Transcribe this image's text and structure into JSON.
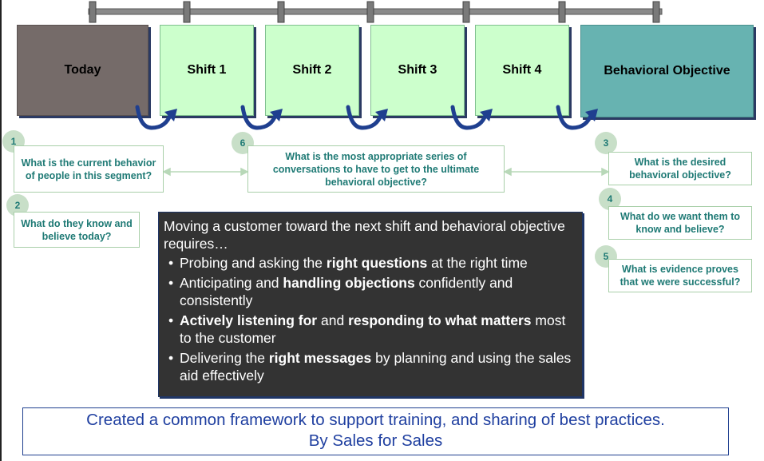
{
  "stages": [
    {
      "label": "Today"
    },
    {
      "label": "Shift 1"
    },
    {
      "label": "Shift 2"
    },
    {
      "label": "Shift 3"
    },
    {
      "label": "Shift 4"
    },
    {
      "label": "Behavioral Objective"
    }
  ],
  "questions": {
    "q1": {
      "number": "1",
      "text": "What is the current behavior of people in this segment?"
    },
    "q2": {
      "number": "2",
      "text": "What do they know and believe today?"
    },
    "q3": {
      "number": "3",
      "text": "What is the desired behavioral objective?"
    },
    "q4": {
      "number": "4",
      "text": "What do we want them to know and believe?"
    },
    "q5": {
      "number": "5",
      "text": "What is evidence proves that we were successful?"
    },
    "q6": {
      "number": "6",
      "text": "What is the most appropriate series of conversations to have to get to the ultimate behavioral objective?"
    }
  },
  "requirements": {
    "intro": "Moving a customer toward the next shift and behavioral objective requires…",
    "items": [
      {
        "pre": "Probing and asking the ",
        "bold": "right questions",
        "post": " at the right time",
        "bold2": "",
        "post2": ""
      },
      {
        "pre": "Anticipating and ",
        "bold": "handling objections",
        "post": " confidently and consistently",
        "bold2": "",
        "post2": ""
      },
      {
        "pre": "",
        "bold": "Actively listening for",
        "post": " and ",
        "bold2": "responding to what matters",
        "post2": " most to the customer"
      },
      {
        "pre": "Delivering the ",
        "bold": "right messages",
        "post": " by planning and using the sales aid effectively",
        "bold2": "",
        "post2": ""
      }
    ]
  },
  "footer": {
    "line1": "Created a common framework to support training, and sharing of best practices.",
    "line2": "By Sales for Sales"
  },
  "colors": {
    "today": "#756b69",
    "shift": "#ccffcc",
    "objective": "#67b3b1",
    "accent_text": "#1f7a75",
    "arrow": "#1f3f8f",
    "footer_text": "#1f3fa0"
  }
}
